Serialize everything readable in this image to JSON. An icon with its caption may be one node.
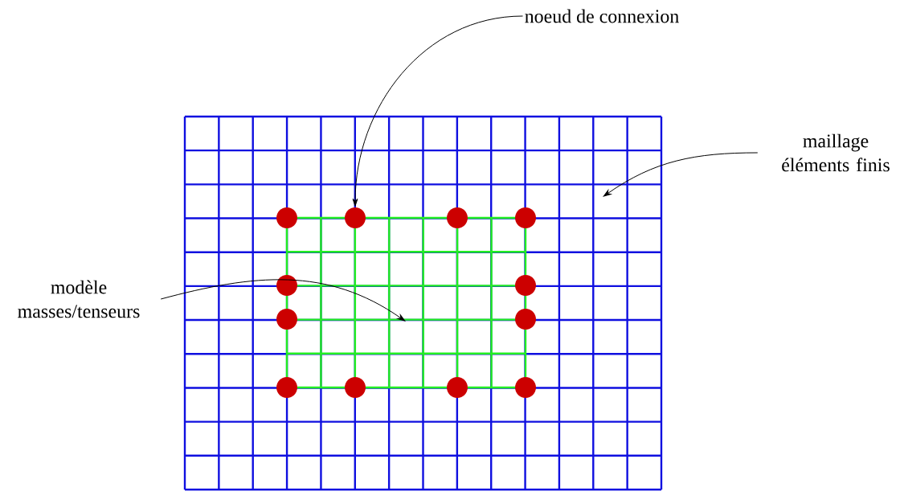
{
  "diagram": {
    "nodes": [
      {
        "text": [
          "noeud de connexion"
        ]
      },
      {
        "text": [
          "maillage éléments finis"
        ]
      },
      {
        "text": [],
        "shape": "box"
      },
      {
        "text": [
          "modèle masses/tenseurs"
        ]
      },
      {
        "text": [],
        "shape": "box",
        "in": 2
      },
      {
        "text": [],
        "shape": "circle",
        "in": 2
      },
      {
        "text": [],
        "shape": "circle",
        "in": 2
      },
      {
        "text": [],
        "shape": "circle",
        "in": 2
      },
      {
        "text": [],
        "shape": "circle",
        "in": 2
      },
      {
        "text": [],
        "shape": "circle",
        "in": 2
      },
      {
        "text": [],
        "shape": "circle",
        "in": 2
      },
      {
        "text": [],
        "shape": "circle",
        "in": 2
      },
      {
        "text": [],
        "shape": "circle",
        "in": 2
      },
      {
        "text": [],
        "shape": "circle",
        "in": 2
      },
      {
        "text": [],
        "shape": "circle",
        "in": 2
      },
      {
        "text": [],
        "shape": "circle",
        "in": 2
      },
      {
        "text": [],
        "shape": "circle",
        "in": 2
      }
    ],
    "edges": [
      {
        "from": 0,
        "to": 6,
        "arrow": "to"
      },
      {
        "from": 1,
        "to": 2,
        "arrow": "to"
      },
      {
        "from": 3,
        "to": 4,
        "arrow": "to"
      }
    ]
  }
}
